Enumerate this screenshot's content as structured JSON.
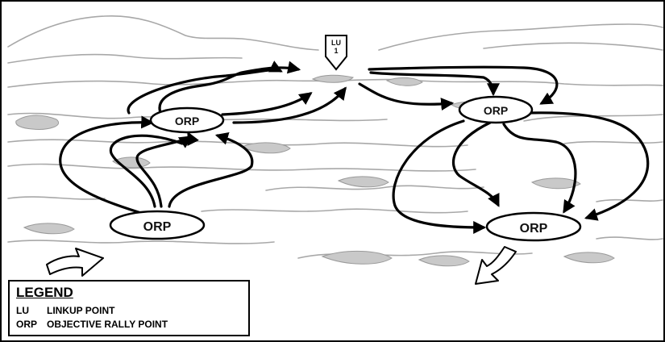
{
  "markers": {
    "linkup": {
      "line1": "LU",
      "line2": "1"
    },
    "orp_label": "ORP"
  },
  "legend": {
    "title": "LEGEND",
    "items": [
      {
        "abbr": "LU",
        "meaning": "LINKUP POINT"
      },
      {
        "abbr": "ORP",
        "meaning": "OBJECTIVE RALLY POINT"
      }
    ]
  },
  "colors": {
    "route": "#000000",
    "terrain": "#a8a8a8",
    "frame": "#000000"
  }
}
